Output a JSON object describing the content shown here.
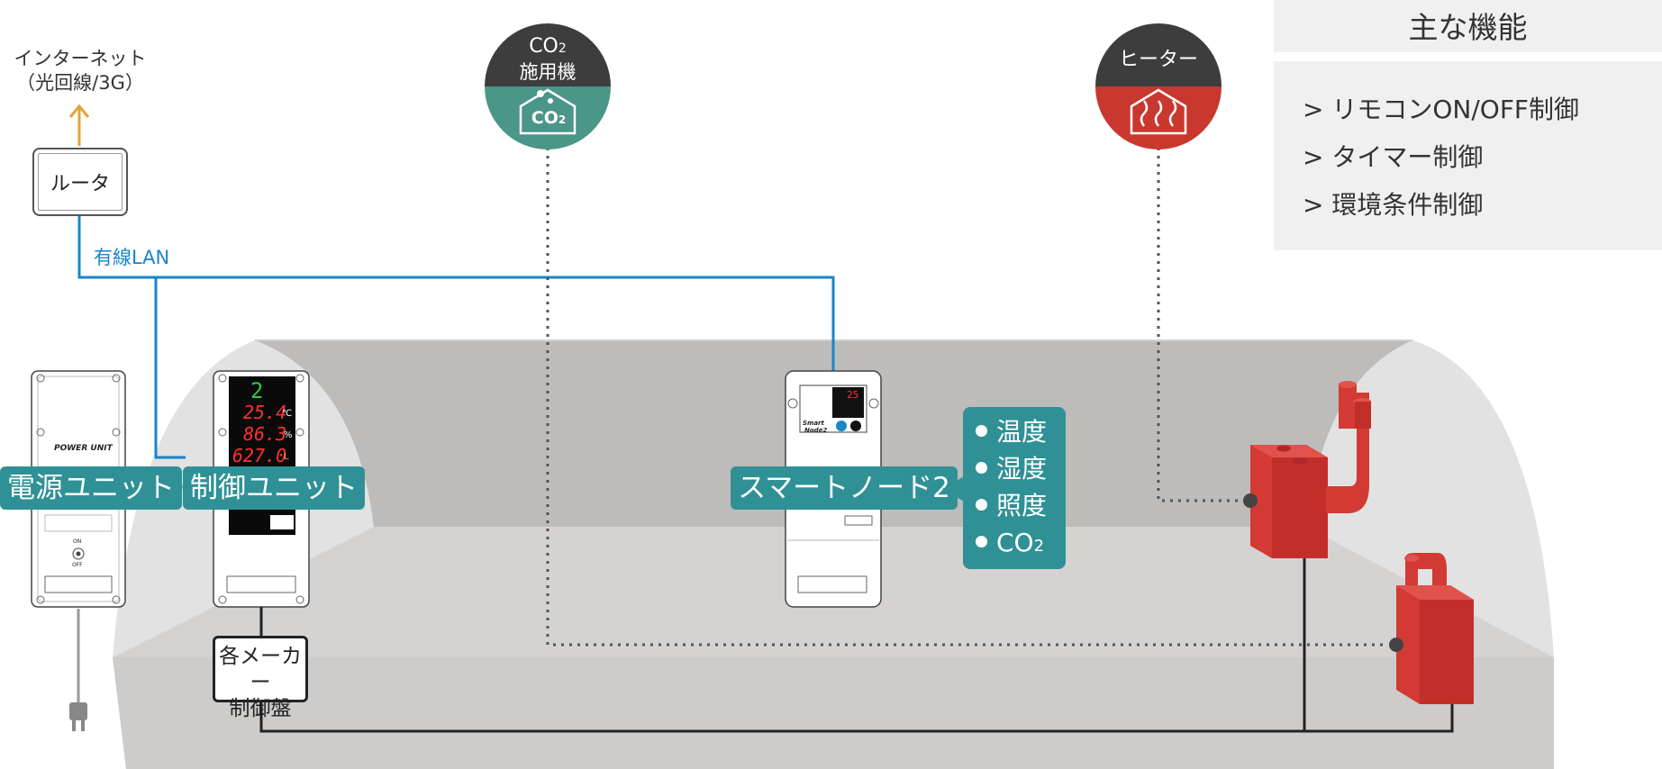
{
  "internet": {
    "line1": "インターネット",
    "line2": "（光回線/3G）"
  },
  "router": {
    "label": "ルータ"
  },
  "network": {
    "wired_lan_label": "有線LAN"
  },
  "power_unit": {
    "label": "電源ユニット",
    "panel_text": "POWER UNIT",
    "switch_on": "ON",
    "switch_off": "OFF"
  },
  "control_unit": {
    "label": "制御ユニット",
    "readout_1": "2",
    "readout_2": "25.4",
    "readout_2_unit": "℃",
    "readout_3": "86.3",
    "readout_3_unit": "%",
    "readout_4": "627.0",
    "readout_4_unit": "L"
  },
  "maker_panel": {
    "line1": "各メーカー",
    "line2": "制御盤"
  },
  "co2_device": {
    "line1": "CO",
    "line1_sub": "2",
    "line2": "施用機",
    "icon_text": "CO",
    "icon_sub": "2"
  },
  "heater": {
    "label": "ヒーター"
  },
  "smart_node": {
    "label": "スマートノード2",
    "display": "25",
    "brand_line1": "Smart",
    "brand_line2": "Node2"
  },
  "sensors": [
    {
      "label": "温度"
    },
    {
      "label": "湿度"
    },
    {
      "label": "照度"
    },
    {
      "label": "CO",
      "sub": "2"
    }
  ],
  "features": {
    "title": "主な機能",
    "items": [
      {
        "label": "> リモコンON/OFF制御"
      },
      {
        "label": "> タイマー制御"
      },
      {
        "label": "> 環境条件制御"
      }
    ]
  },
  "colors": {
    "teal": "#2f9196",
    "co2_circle": "#4a9688",
    "heater_red": "#c8382f",
    "dark_cap": "#3d3d3d",
    "lan_blue": "#1a85c8",
    "internet_arrow": "#e0a33a",
    "panel_bg": "#f0f0f0"
  },
  "icons": [
    "up-arrow-icon",
    "plug-icon",
    "greenhouse-co2-icon",
    "greenhouse-heat-icon",
    "power-switch-icon"
  ]
}
